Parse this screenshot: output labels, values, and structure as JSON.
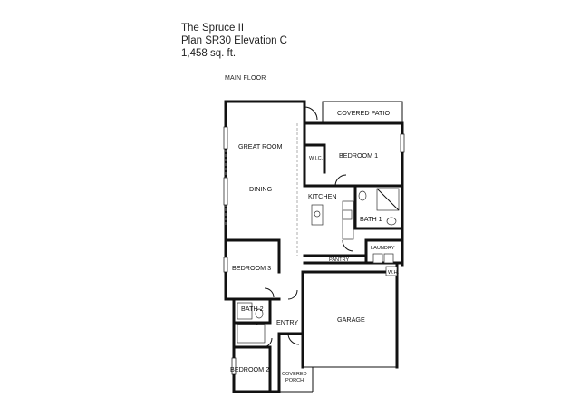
{
  "header": {
    "name": "The Spruce II",
    "plan": "Plan SR30 Elevation C",
    "area": "1,458 sq. ft."
  },
  "floor": "MAIN FLOOR",
  "rooms": {
    "covered_patio": "COVERED PATIO",
    "great_room": "GREAT ROOM",
    "wic": "W.I.C.",
    "bedroom1": "BEDROOM 1",
    "dining": "DINING",
    "kitchen": "KITCHEN",
    "bath1": "BATH 1",
    "laundry": "LAUNDRY",
    "pantry": "PANTRY",
    "bedroom3": "BEDROOM 3",
    "wh": "W.H.",
    "bath2": "BATH 2",
    "entry": "ENTRY",
    "garage": "GARAGE",
    "bedroom2": "BEDROOM 2",
    "covered_porch_1": "COVERED",
    "covered_porch_2": "PORCH"
  }
}
